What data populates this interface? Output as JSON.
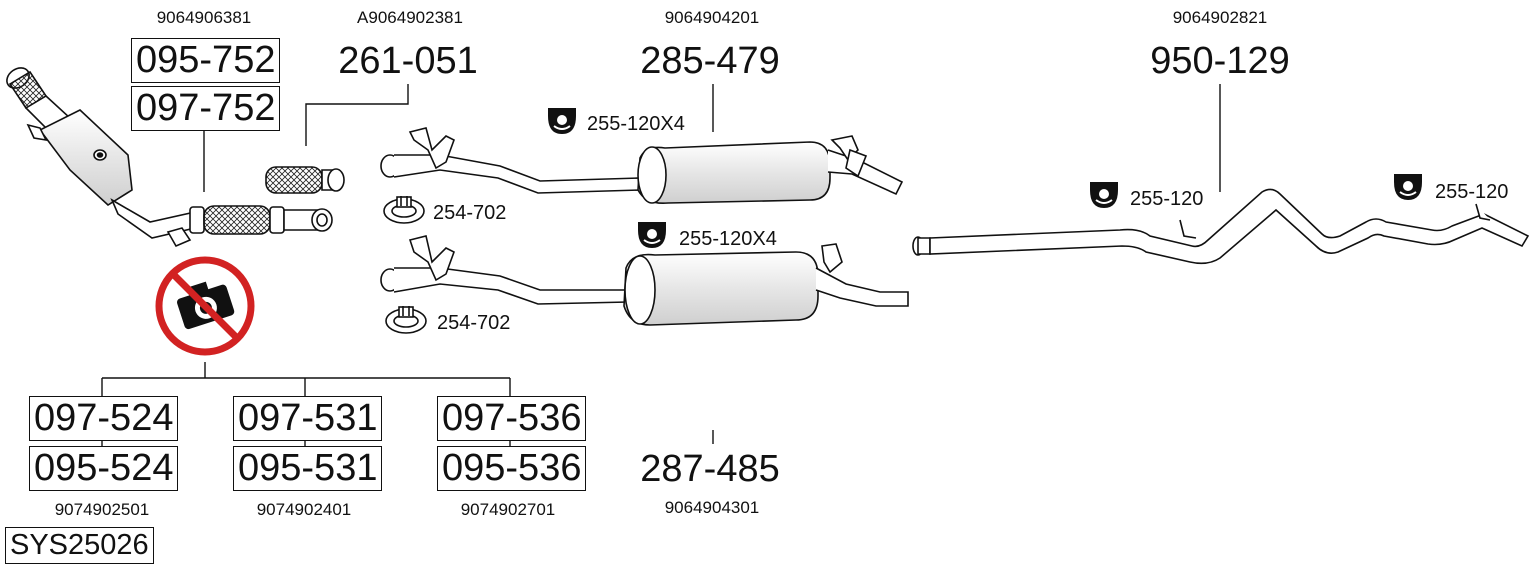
{
  "colors": {
    "ink": "#111111",
    "no_photo_red": "#d22222",
    "muffler_fill": "#e6e6e6"
  },
  "icons": {
    "bracket": "rubber-mount-icon",
    "clamp": "clamp-icon",
    "no_photo": "no-photo-icon"
  },
  "groups": {
    "catalyst": {
      "oem": "9064906381",
      "codes": [
        "095-752",
        "097-752"
      ]
    },
    "flex_pipe": {
      "oem": "A9064902381",
      "code": "261-051"
    },
    "middle_muffler": {
      "oem": "9064904201",
      "code": "285-479",
      "mount": "255-120X4",
      "clamp": "254-702"
    },
    "middle_muffler_alt": {
      "oem": "9064904301",
      "code": "287-485",
      "mount": "255-120X4",
      "clamp": "254-702"
    },
    "rear_pipe": {
      "oem": "9064902821",
      "code": "950-129",
      "mount_left": "255-120",
      "mount_right": "255-120"
    },
    "dpf": [
      {
        "codes": [
          "097-524",
          "095-524"
        ],
        "oem": "9074902501"
      },
      {
        "codes": [
          "097-531",
          "095-531"
        ],
        "oem": "9074902401"
      },
      {
        "codes": [
          "097-536",
          "095-536"
        ],
        "oem": "9074902701"
      }
    ]
  },
  "system_code": "SYS25026"
}
